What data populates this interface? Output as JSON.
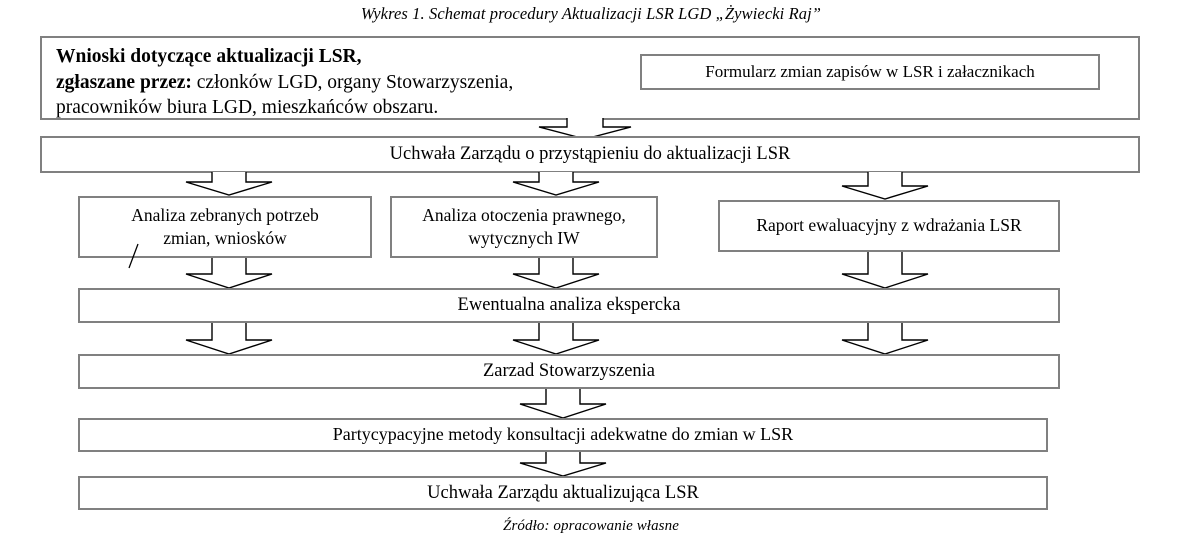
{
  "figure": {
    "caption_top": "Wykres 1. Schemat procedury Aktualizacji LSR LGD „Żywiecki Raj”",
    "caption_bottom": "Źródło: opracowanie własne"
  },
  "colors": {
    "border": "#808080",
    "arrow_stroke": "#000000",
    "background": "#ffffff",
    "text": "#000000"
  },
  "nodes": {
    "wnioski": {
      "line1_bold": "Wnioski dotyczące aktualizacji LSR,",
      "line2_bold": "zgłaszane przez:",
      "line2_rest": " członków LGD, organy Stowarzyszenia,",
      "line3": "pracowników biura LGD,  mieszkańców obszaru."
    },
    "formularz": {
      "label": "Formularz zmian zapisów w LSR i załacznikach"
    },
    "uchwala_przystapienie": {
      "label": "Uchwała Zarządu o przystąpieniu do aktualizacji LSR"
    },
    "analiza_potrzeb": {
      "line1": "Analiza zebranych potrzeb",
      "line2": "zmian, wniosków"
    },
    "analiza_otoczenia": {
      "line1": "Analiza otoczenia prawnego,",
      "line2": "wytycznych IW"
    },
    "raport": {
      "label": "Raport ewaluacyjny z wdrażania LSR"
    },
    "ekspercka": {
      "label": "Ewentualna analiza ekspercka"
    },
    "zarzad": {
      "label": "Zarzad Stowarzyszenia"
    },
    "partycypacyjne": {
      "label": "Partycypacyjne metody konsultacji adekwatne do zmian w LSR"
    },
    "uchwala_aktualizujaca": {
      "label": "Uchwała Zarządu aktualizująca LSR"
    }
  },
  "arrows": [
    {
      "name": "arrow-wnioski-to-uchwala",
      "direction": "down"
    },
    {
      "name": "arrow-uchwala-to-analiza-potrzeb",
      "direction": "down"
    },
    {
      "name": "arrow-uchwala-to-analiza-otoczenia",
      "direction": "down"
    },
    {
      "name": "arrow-uchwala-to-raport",
      "direction": "down"
    },
    {
      "name": "arrow-analiza-potrzeb-to-ekspercka",
      "direction": "down"
    },
    {
      "name": "arrow-analiza-otoczenia-to-ekspercka",
      "direction": "down"
    },
    {
      "name": "arrow-raport-to-ekspercka",
      "direction": "down"
    },
    {
      "name": "arrow-ekspercka-to-zarzad-left",
      "direction": "down"
    },
    {
      "name": "arrow-ekspercka-to-zarzad-center",
      "direction": "down"
    },
    {
      "name": "arrow-ekspercka-to-zarzad-right",
      "direction": "down"
    },
    {
      "name": "arrow-zarzad-to-partycypacyjne",
      "direction": "down"
    },
    {
      "name": "arrow-partycypacyjne-to-uchwala-aktualizujaca",
      "direction": "down"
    }
  ]
}
